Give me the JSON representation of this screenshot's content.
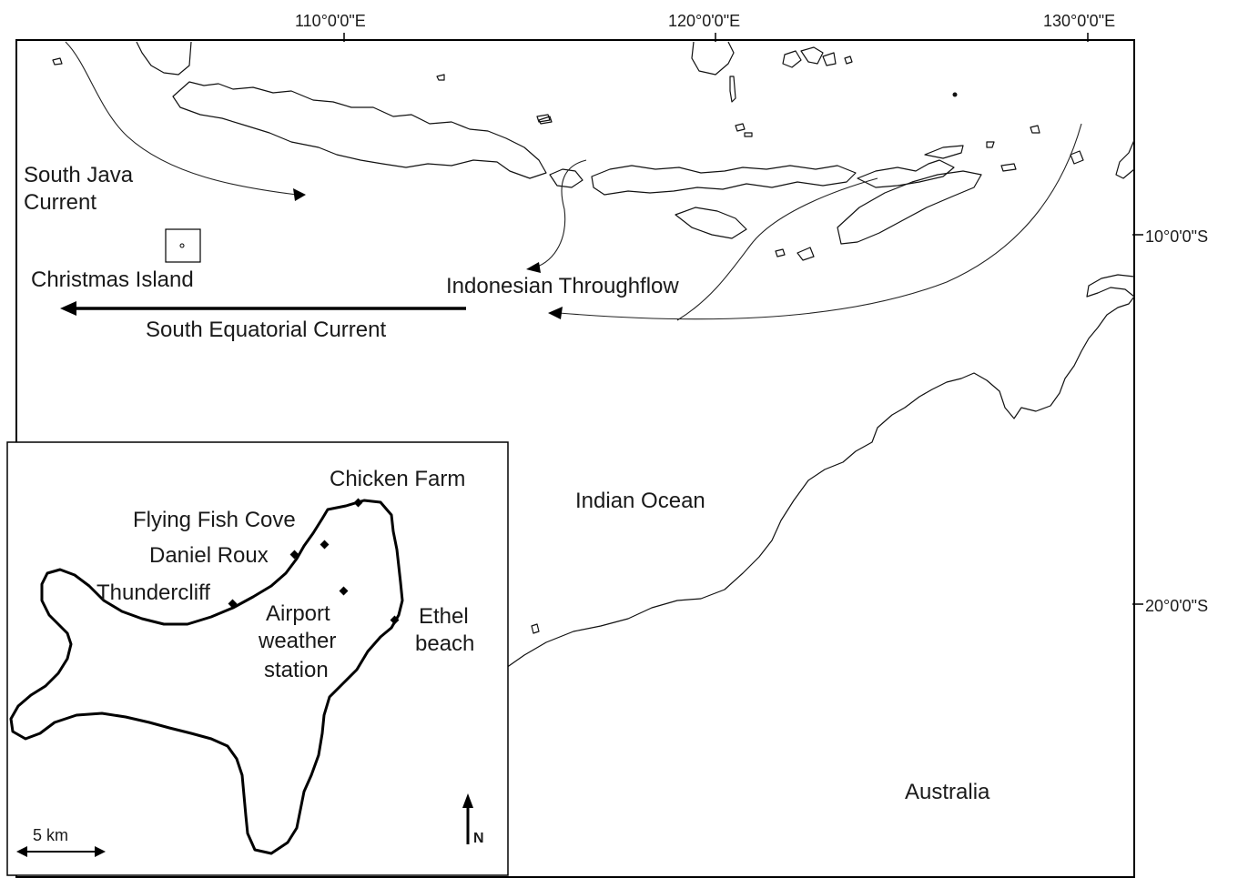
{
  "coordinates": {
    "lon_110": "110°0'0\"E",
    "lon_120": "120°0'0\"E",
    "lon_130": "130°0'0\"E",
    "lat_10": "10°0'0\"S",
    "lat_20": "20°0'0\"S"
  },
  "main_map": {
    "south_java_current_line1": "South Java",
    "south_java_current_line2": "Current",
    "christmas_island": "Christmas Island",
    "south_equatorial_current": "South Equatorial Current",
    "indonesian_throughflow": "Indonesian Throughflow",
    "indian_ocean": "Indian Ocean",
    "australia": "Australia"
  },
  "inset_map": {
    "chicken_farm": "Chicken Farm",
    "flying_fish_cove": "Flying Fish Cove",
    "daniel_roux": "Daniel Roux",
    "thundercliff": "Thundercliff",
    "airport_line1": "Airport",
    "airport_line2": "weather",
    "airport_line3": "station",
    "ethel_line1": "Ethel",
    "ethel_line2": "beach",
    "scale_bar": "5 km",
    "north_arrow": "N"
  },
  "colors": {
    "ink": "#111111",
    "background": "#ffffff"
  }
}
